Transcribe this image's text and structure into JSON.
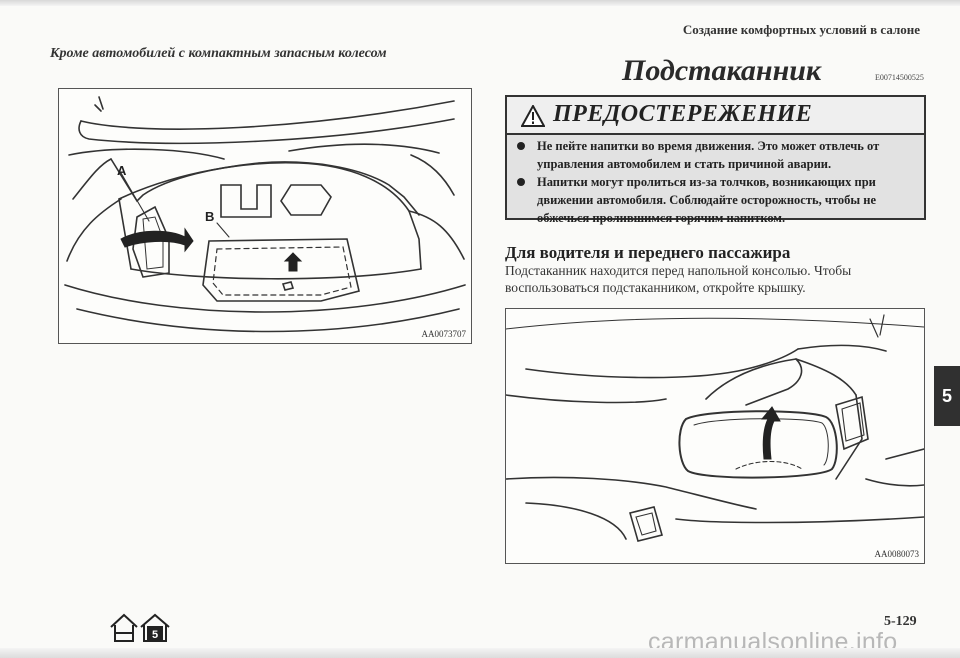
{
  "header": {
    "section_title": "Создание комфортных условий в салоне"
  },
  "left": {
    "heading": "Кроме автомобилей с компактным запасным колесом",
    "figure": {
      "label_a": "A",
      "label_b": "B",
      "code": "AA0073707"
    }
  },
  "right": {
    "title": "Подстаканник",
    "doc_code": "E00714500525",
    "warning": {
      "title": "ПРЕДОСТЕРЕЖЕНИЕ",
      "items": [
        "Не пейте напитки во время движения. Это может отвлечь от управления автомобилем и стать причиной аварии.",
        "Напитки могут пролиться из-за толчков, возникающих при движении автомобиля. Соблюдайте осторожность, чтобы не обжечься пролившимся горячим напитком."
      ]
    },
    "subheading": "Для водителя и переднего пассажира",
    "body": "Подстаканник находится перед напольной консолью. Чтобы воспользоваться подстаканником, откройте крышку.",
    "figure": {
      "code": "AA0080073"
    }
  },
  "chapter_tab": "5",
  "page_number": "5-129",
  "nav": {
    "home_icon": "home-icon",
    "chapter_icon": "chapter-home-icon",
    "chapter_label": "5"
  },
  "watermark": "carmanualsonline.info"
}
